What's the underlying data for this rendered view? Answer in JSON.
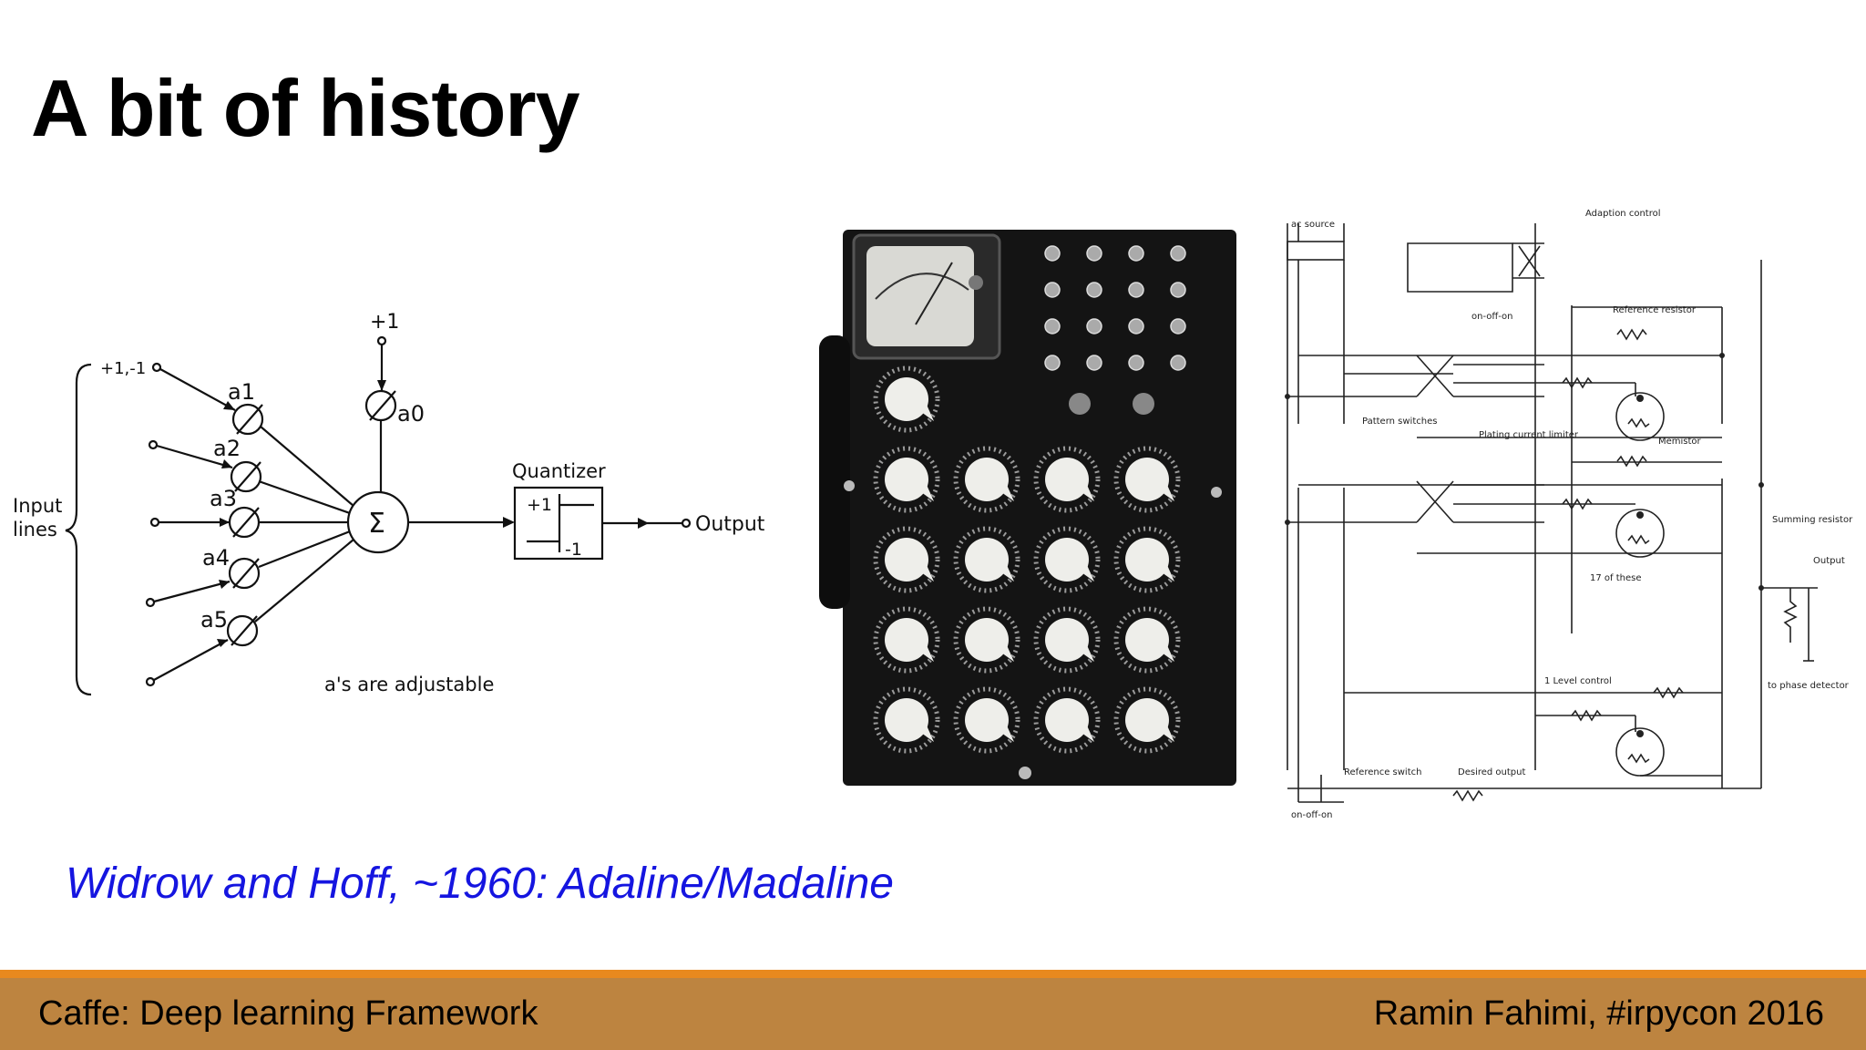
{
  "slide": {
    "title": "A bit of history",
    "caption": "Widrow and Hoff, ~1960: Adaline/Madaline"
  },
  "adaline_diagram": {
    "bias_label": "+1",
    "input_range_label": "+1,-1",
    "input_lines_label": [
      "Input",
      "lines"
    ],
    "weights": [
      "a1",
      "a2",
      "a3",
      "a4",
      "a5"
    ],
    "bias_weight": "a0",
    "sum_symbol": "Σ",
    "quantizer_label": "Quantizer",
    "quantizer_plus": "+1",
    "quantizer_minus": "-1",
    "output_label": "Output",
    "note": "a's are adjustable"
  },
  "schematic": {
    "labels": {
      "ac_source": "ac source",
      "adaption_control": "Adaption control",
      "on_off_on_top": "on-off-on",
      "reference_resistor": "Reference resistor",
      "pattern_switches": "Pattern switches",
      "plating_current_limiter": "Plating current limiter",
      "memistor": "Memistor",
      "summing_resistor": "Summing resistor",
      "output": "Output",
      "of_these": "17 of these",
      "to_phase_detector": "to phase detector",
      "level_control": "1 Level control",
      "reference_switch": "Reference switch",
      "desired_output": "Desired output",
      "on_off_on_bottom": "on-off-on"
    }
  },
  "footer": {
    "left": "Caffe: Deep learning Framework",
    "right": "Ramin Fahimi, #irpycon 2016"
  },
  "colors": {
    "footer_bg": "#bd8440",
    "footer_border": "#e8891e",
    "caption": "#1515e0"
  }
}
